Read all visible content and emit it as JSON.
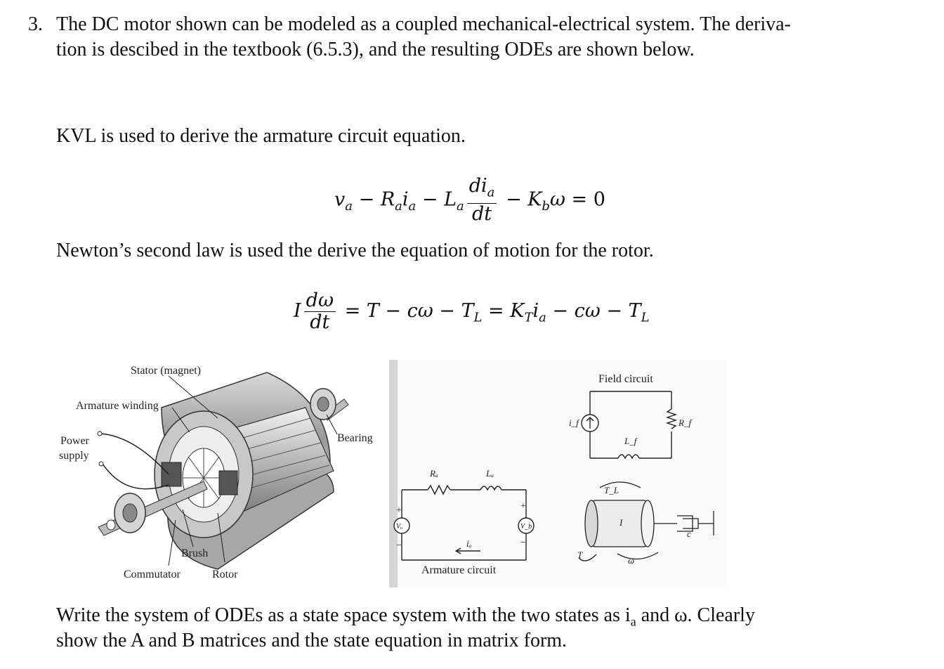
{
  "problem": {
    "number": "3.",
    "intro_line1": "The DC motor shown can be modeled as a coupled mechanical-electrical system. The deriva-",
    "intro_line2": "tion is descibed in the textbook (6.5.3), and the resulting ODEs are shown below.",
    "kvl_text": "KVL is used to derive the armature circuit equation.",
    "newton_text": "Newton’s second law is used the derive the equation of motion for the rotor.",
    "task_line1": "Write the system of ODEs as a state space system with the two states as i",
    "task_line1_sub": "a",
    "task_line1_rest": " and ω. Clearly",
    "task_line2": "show the A and B matrices and the state equation in matrix form."
  },
  "equations": {
    "kvl": {
      "v": "v",
      "v_sub": "a",
      "minus1": "−",
      "R": "R",
      "R_sub": "a",
      "i": "i",
      "i_sub": "a",
      "minus2": "−",
      "L": "L",
      "L_sub": "a",
      "num": "di",
      "num_sub": "a",
      "den": "dt",
      "minus3": "−",
      "K": "K",
      "K_sub": "b",
      "omega": "ω",
      "eq": "= 0"
    },
    "newton": {
      "I": "I",
      "num": "dω",
      "den": "dt",
      "rhs1": "= T − cω − T",
      "rhs1_sub": "L",
      "rhs2": " = K",
      "rhs2_sub": "T",
      "rhs3": "i",
      "rhs3_sub": "a",
      "rhs4": " − cω − T",
      "rhs4_sub": "L"
    }
  },
  "motor_figure": {
    "labels": {
      "stator": "Stator (magnet)",
      "armature_winding": "Armature winding",
      "power": "Power",
      "supply": "supply",
      "bearing": "Bearing",
      "brush": "Brush",
      "commutator": "Commutator",
      "rotor": "Rotor"
    }
  },
  "circuit_figure": {
    "labels": {
      "field_circuit": "Field circuit",
      "armature_circuit": "Armature circuit",
      "Ra": "Rₐ",
      "La": "Lₐ",
      "Rf": "R_f",
      "Lf": "L_f",
      "if": "i_f",
      "ia": "iₐ",
      "va": "Vₐ",
      "vb": "V_b",
      "TL": "T_L",
      "T": "T",
      "I": "I",
      "omega": "ω",
      "c": "c"
    }
  }
}
